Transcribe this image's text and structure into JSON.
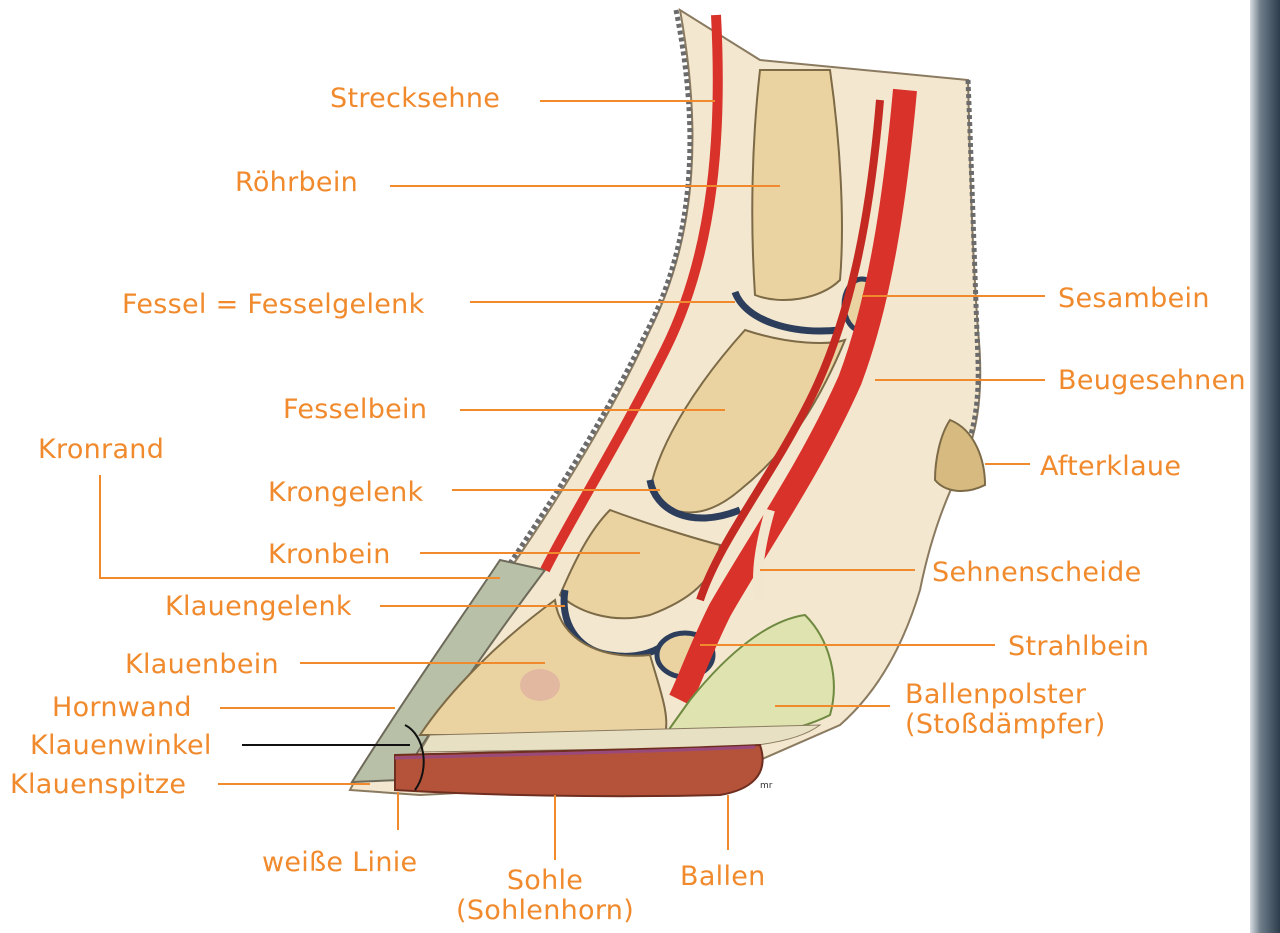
{
  "colors": {
    "label": "#f08a2c",
    "leader_line": "#f08a2c",
    "black_line": "#111111",
    "tendon": "#d9322a",
    "bone": "#ead3a1",
    "cartilage": "#2c3e5c",
    "cushion": "#dfe3b0",
    "sole": "#b5533a",
    "skin": "#f2e6cf"
  },
  "labels": {
    "strecksehne": "Strecksehne",
    "roehrbein": "Röhrbein",
    "fessel": "Fessel = Fesselgelenk",
    "fesselbein": "Fesselbein",
    "kronrand": "Kronrand",
    "krongelenk": "Krongelenk",
    "kronbein": "Kronbein",
    "klauengelenk": "Klauengelenk",
    "klauenbein": "Klauenbein",
    "hornwand": "Hornwand",
    "klauenwinkel": "Klauenwinkel",
    "klauenspitze": "Klauenspitze",
    "weisse_linie": "weiße Linie",
    "sohle_1": "Sohle",
    "sohle_2": "(Sohlenhorn)",
    "ballen": "Ballen",
    "sesambein": "Sesambein",
    "beugesehnen": "Beugesehnen",
    "afterklaue": "Afterklaue",
    "sehnenscheide": "Sehnenscheide",
    "strahlbein": "Strahlbein",
    "ballenpolster_1": "Ballenpolster",
    "ballenpolster_2": "(Stoßdämpfer)",
    "signature": "mr"
  }
}
